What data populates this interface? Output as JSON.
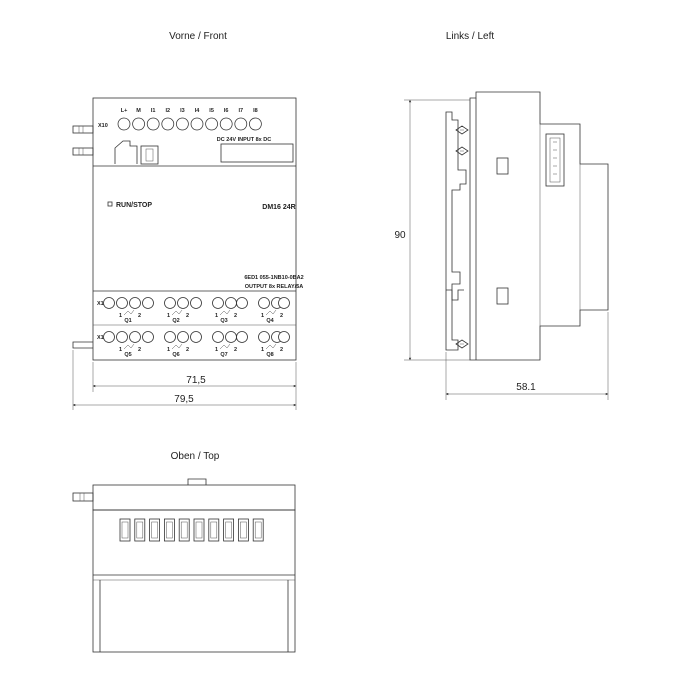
{
  "titles": {
    "front": "Vorne / Front",
    "left": "Links / Left",
    "top": "Oben / Top"
  },
  "front": {
    "x10_label": "X10",
    "input_terminals": [
      "L+",
      "M",
      "I1",
      "I2",
      "I3",
      "I4",
      "I5",
      "I6",
      "I7",
      "I8"
    ],
    "input_spec": "DC 24V INPUT 8x DC",
    "run_stop": "RUN/STOP",
    "model": "DM16 24R",
    "part_number": "6ED1 055-1NB10-0BA2",
    "output_spec": "OUTPUT 8x RELAY/5A",
    "x11_label": "X11",
    "x12_label": "X12",
    "outputs_row1": [
      "Q1",
      "Q2",
      "Q3",
      "Q4"
    ],
    "outputs_row2": [
      "Q5",
      "Q6",
      "Q7",
      "Q8"
    ],
    "pin_one": "1",
    "pin_two": "2"
  },
  "dimensions": {
    "width_body": "71,5",
    "width_total": "79,5",
    "height": "90",
    "depth": "58.1"
  }
}
